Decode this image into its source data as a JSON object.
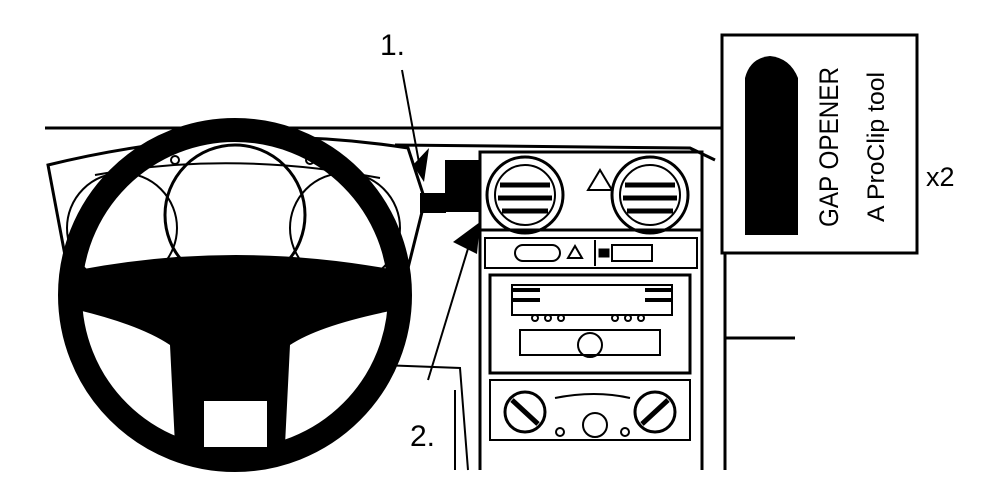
{
  "callouts": [
    {
      "id": "1",
      "label": "1."
    },
    {
      "id": "2",
      "label": "2."
    }
  ],
  "tool_box": {
    "title": "GAP OPENER",
    "subtitle": "A ProClip tool",
    "quantity": "x2"
  },
  "colors": {
    "ink": "#000000",
    "paper": "#ffffff"
  }
}
